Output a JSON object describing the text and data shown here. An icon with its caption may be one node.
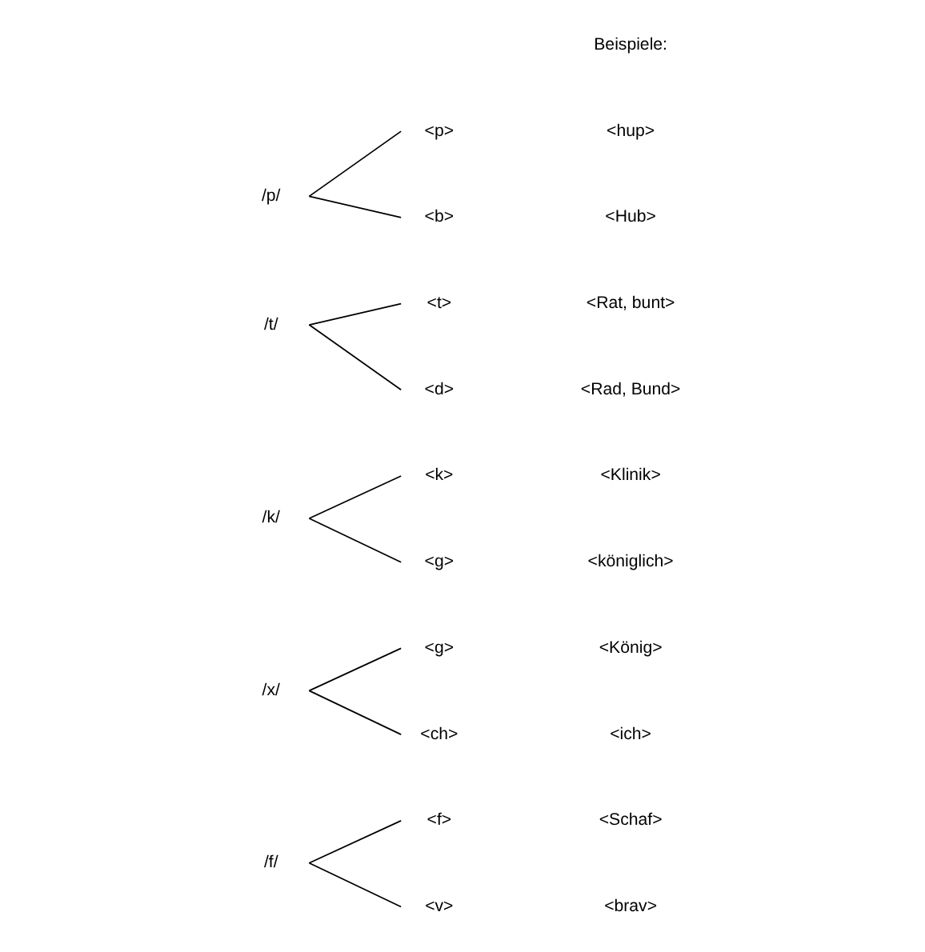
{
  "diagram": {
    "nodes": [
      {
        "text": [
          "/p/"
        ]
      },
      {
        "text": [
          "<p>"
        ]
      },
      {
        "text": [
          "<b>"
        ]
      },
      {
        "text": [
          "/t/"
        ]
      },
      {
        "text": [
          "<t>"
        ]
      },
      {
        "text": [
          "<d>"
        ]
      },
      {
        "text": [
          "/k/"
        ]
      },
      {
        "text": [
          "<k>"
        ]
      },
      {
        "text": [
          "<g>"
        ]
      },
      {
        "text": [
          "/x/"
        ]
      },
      {
        "text": [
          "<g>"
        ]
      },
      {
        "text": [
          "<ch>"
        ]
      },
      {
        "text": [
          "/f/"
        ]
      },
      {
        "text": [
          "<f>"
        ]
      },
      {
        "text": [
          "<v>"
        ]
      }
    ],
    "edges": [
      {
        "from": 0,
        "to": 1,
        "arrow": "none"
      },
      {
        "from": 0,
        "to": 2,
        "arrow": "none"
      },
      {
        "from": 3,
        "to": 4,
        "arrow": "none"
      },
      {
        "from": 3,
        "to": 5,
        "arrow": "none"
      },
      {
        "from": 6,
        "to": 7,
        "arrow": "none"
      },
      {
        "from": 6,
        "to": 8,
        "arrow": "none"
      },
      {
        "from": 9,
        "to": 10,
        "arrow": "none"
      },
      {
        "from": 9,
        "to": 11,
        "arrow": "none"
      },
      {
        "from": 12,
        "to": 13,
        "arrow": "none"
      },
      {
        "from": 12,
        "to": 14,
        "arrow": "none"
      }
    ],
    "labels": [
      "Beispiele:",
      "<hup>",
      "<Hub>",
      "<Rat, bunt>",
      "<Rad, Bund>",
      "<Klinik>",
      "<königlich>",
      "<König>",
      "<ich>",
      "<Schaf>",
      "<brav>"
    ]
  }
}
